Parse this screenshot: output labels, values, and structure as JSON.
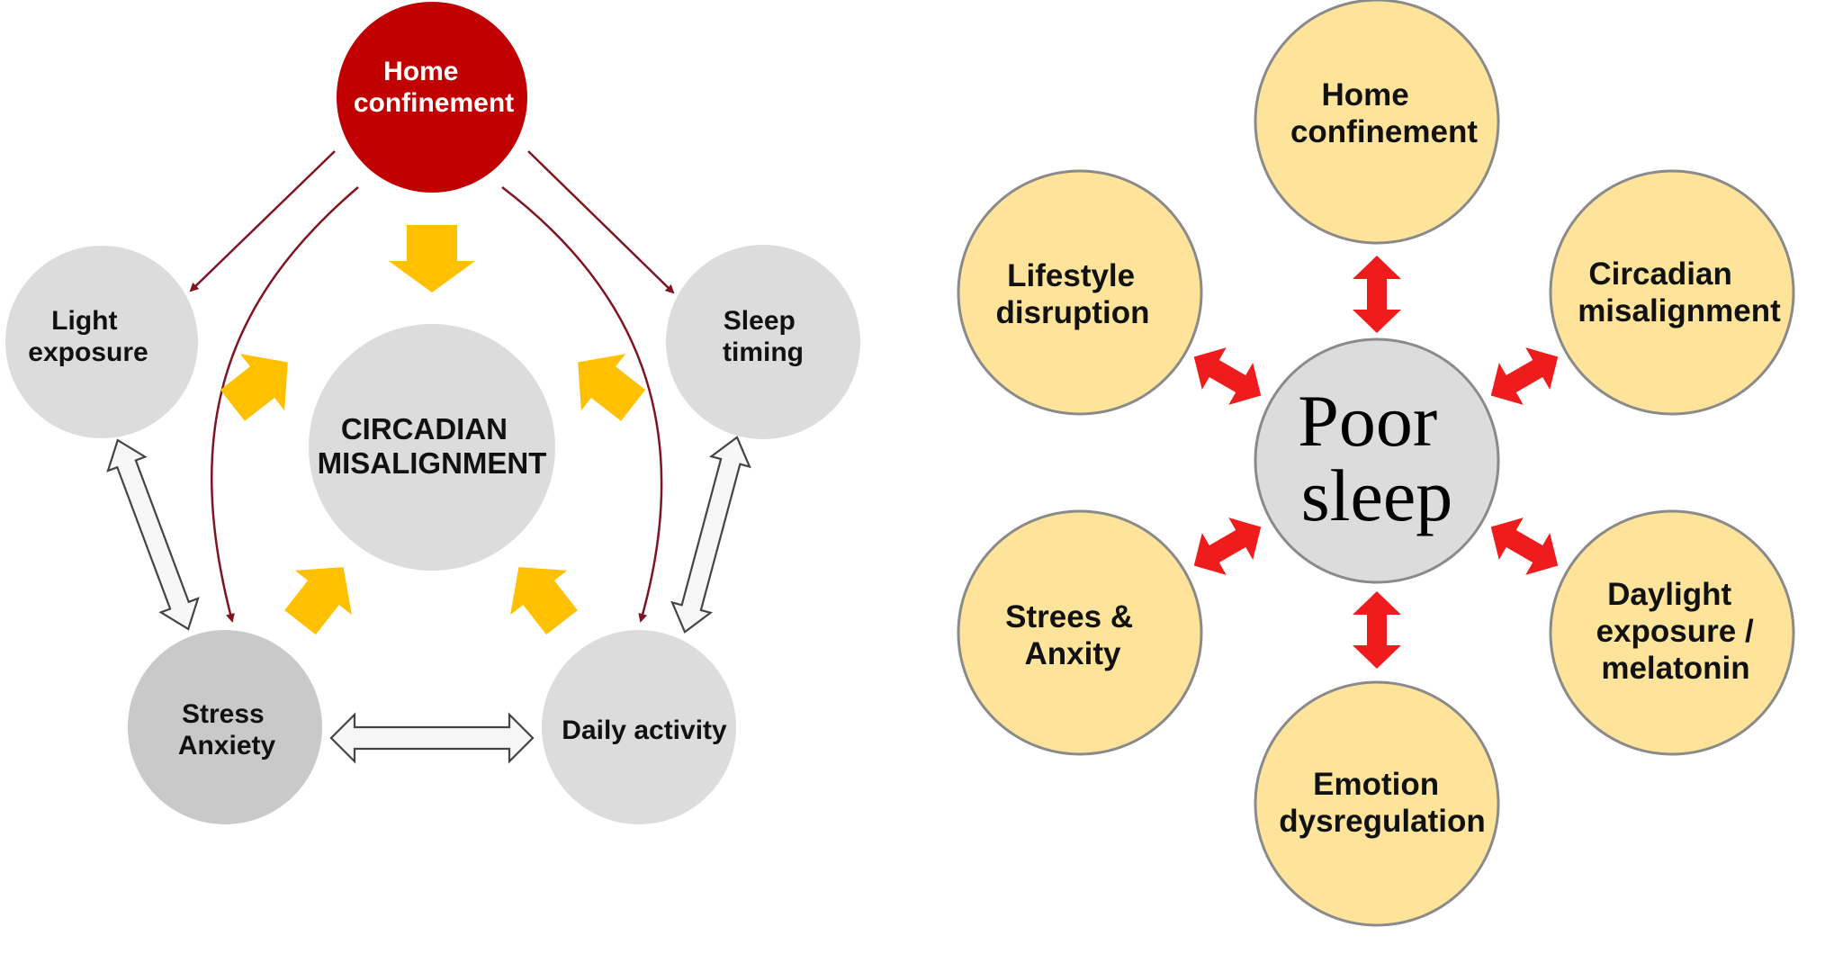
{
  "colors": {
    "home_red": "#c00000",
    "node_light_gray": "#dcdcdc",
    "node_dark_gray": "#c9c9c9",
    "yellow_arrow": "#ffc000",
    "dark_red_arrow": "#7f1423",
    "node_yellow": "#fde49a",
    "node_outline": "#8a8a8a",
    "red_arrow": "#ee1c1c"
  },
  "left_diagram": {
    "home": [
      "Home",
      "confinement"
    ],
    "center": [
      "CIRCADIAN",
      "MISALIGNMENT"
    ],
    "light": [
      "Light",
      "exposure"
    ],
    "sleep": [
      "Sleep",
      "timing"
    ],
    "stress": [
      "Stress",
      "Anxiety"
    ],
    "daily": [
      "Daily activity"
    ]
  },
  "right_diagram": {
    "center": [
      "Poor",
      "sleep"
    ],
    "home": [
      "Home",
      "confinement"
    ],
    "circadian": [
      "Circadian",
      "misalignment"
    ],
    "daylight": [
      "Daylight",
      "exposure /",
      "melatonin"
    ],
    "emotion": [
      "Emotion",
      "dysregulation"
    ],
    "stress": [
      "Strees &",
      "Anxity"
    ],
    "lifestyle": [
      "Lifestyle",
      "disruption"
    ]
  }
}
